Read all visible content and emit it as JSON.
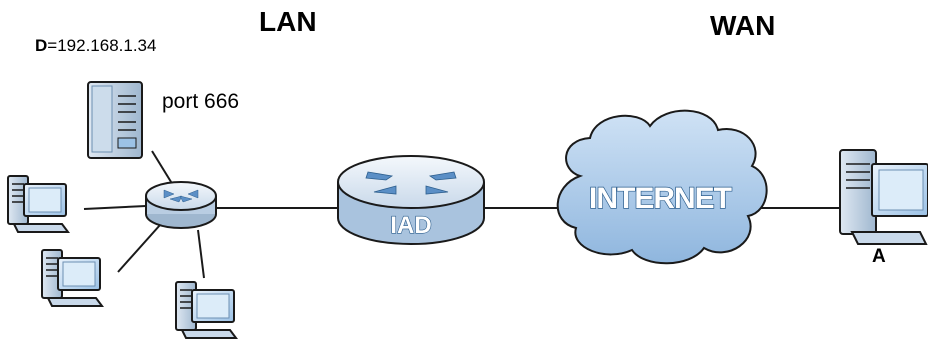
{
  "zones": {
    "lan": "LAN",
    "wan": "WAN"
  },
  "server": {
    "addr_prefix": "D",
    "addr_value": "=192.168.1.34",
    "port_label": "port 666",
    "icon": "server-icon"
  },
  "router": {
    "label": "IAD",
    "icon": "router-icon"
  },
  "switch": {
    "icon": "switch-icon"
  },
  "cloud": {
    "label": "INTERNET",
    "icon": "cloud-icon"
  },
  "remote_host": {
    "label": "A",
    "icon": "computer-icon"
  },
  "colors": {
    "device_blue": "#7ba7d6",
    "device_dark": "#2e5f8e",
    "cloud_fill": "#a9c8e8",
    "line": "#1a1a1a"
  }
}
